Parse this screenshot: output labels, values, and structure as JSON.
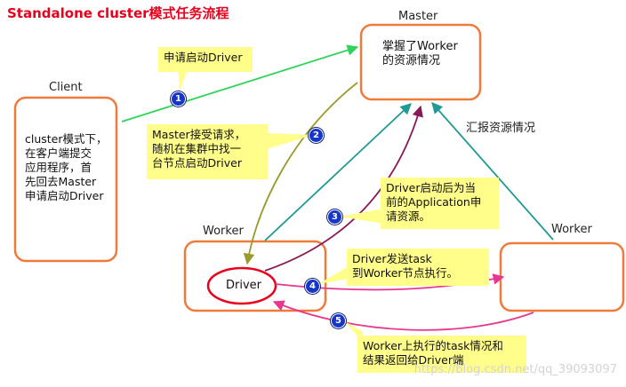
{
  "title": "Standalone cluster模式任务流程",
  "nodes": {
    "master": {
      "label": "Master",
      "text": [
        "掌握了Worker",
        "的资源情况"
      ]
    },
    "client": {
      "label": "Client",
      "text": [
        "cluster模式下，",
        "在客户端提交",
        "应用程序，首",
        "先回去Master",
        "申请启动Driver"
      ]
    },
    "worker_left": {
      "label": "Worker",
      "driver_label": "Driver"
    },
    "worker_right": {
      "label": "Worker"
    }
  },
  "notes": {
    "n1": [
      "申请启动Driver"
    ],
    "n2": [
      "Master接受请求，",
      "随机在集群中找一",
      "台节点启动Driver"
    ],
    "n3": [
      "Driver启动后为当",
      "前的Application申",
      "请资源。"
    ],
    "n4": [
      "Driver发送task",
      "到Worker节点执行。"
    ],
    "n5": [
      "Worker上执行的task情况和",
      "结果返回给Driver端"
    ]
  },
  "edge_label_report": "汇报资源情况",
  "badges": [
    "1",
    "2",
    "3",
    "4",
    "5"
  ],
  "watermark": "https://blog.csdn.net/qq_39093097",
  "colors": {
    "title": "#e8001c",
    "box_border": "#f07a3c",
    "driver_ellipse": "#e8001c",
    "note_bg": "#fffe8a",
    "arrow_client_master": "#2fd35a",
    "arrow_master_driver": "#9a9a2e",
    "arrow_driver_master": "#8a1a55",
    "arrow_teal": "#1f9a96",
    "arrow_magenta": "#e8378f",
    "badge": "#1536c8"
  }
}
